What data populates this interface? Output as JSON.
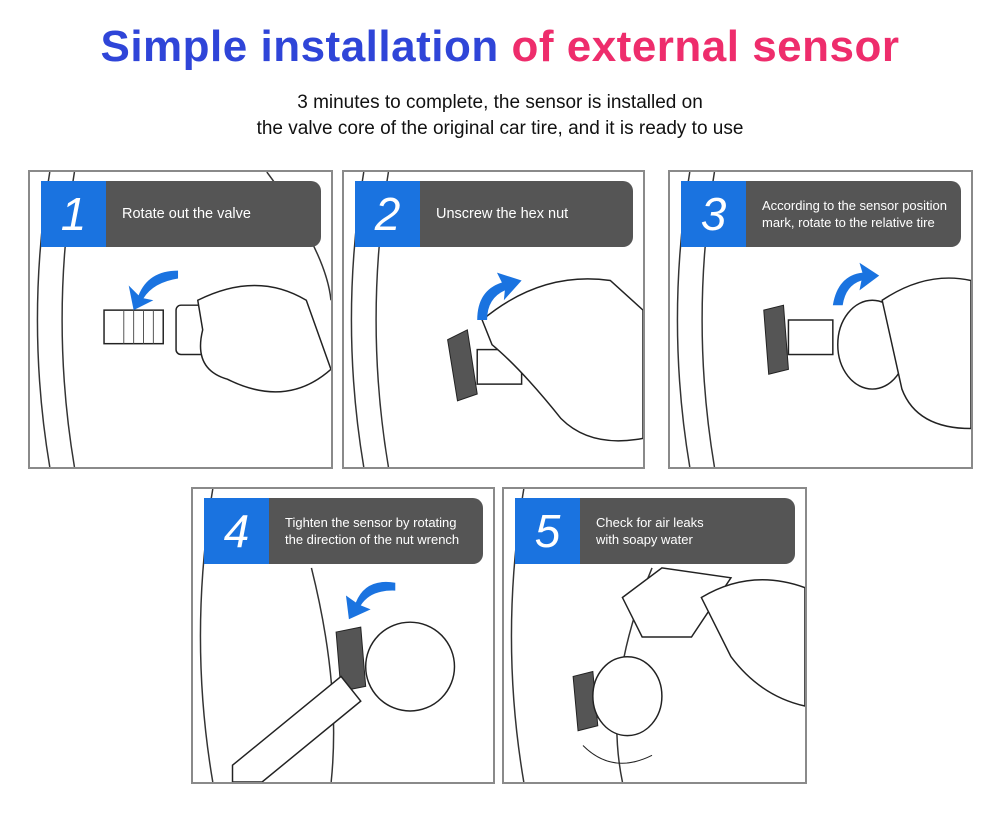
{
  "title": {
    "part1": "Simple installation",
    "part2": "of external sensor"
  },
  "subtitle": {
    "line1": "3 minutes to complete, the sensor is installed on",
    "line2": "the valve core of the original car tire, and it is ready to use"
  },
  "steps": [
    {
      "number": "1",
      "text": "Rotate out the valve"
    },
    {
      "number": "2",
      "text": "Unscrew the hex nut"
    },
    {
      "number": "3",
      "text_line1": "According to the sensor position",
      "text_line2": "mark, rotate to the relative tire"
    },
    {
      "number": "4",
      "text_line1": "Tighten the sensor by rotating",
      "text_line2": "the direction of the nut wrench"
    },
    {
      "number": "5",
      "text_line1": "Check for air leaks",
      "text_line2": "with soapy water"
    }
  ],
  "colors": {
    "title_blue": "#2f45d8",
    "title_pink": "#ee2d6c",
    "step_blue": "#1a73e0",
    "label_grey": "#555555",
    "arrow_blue": "#1a73e0"
  }
}
